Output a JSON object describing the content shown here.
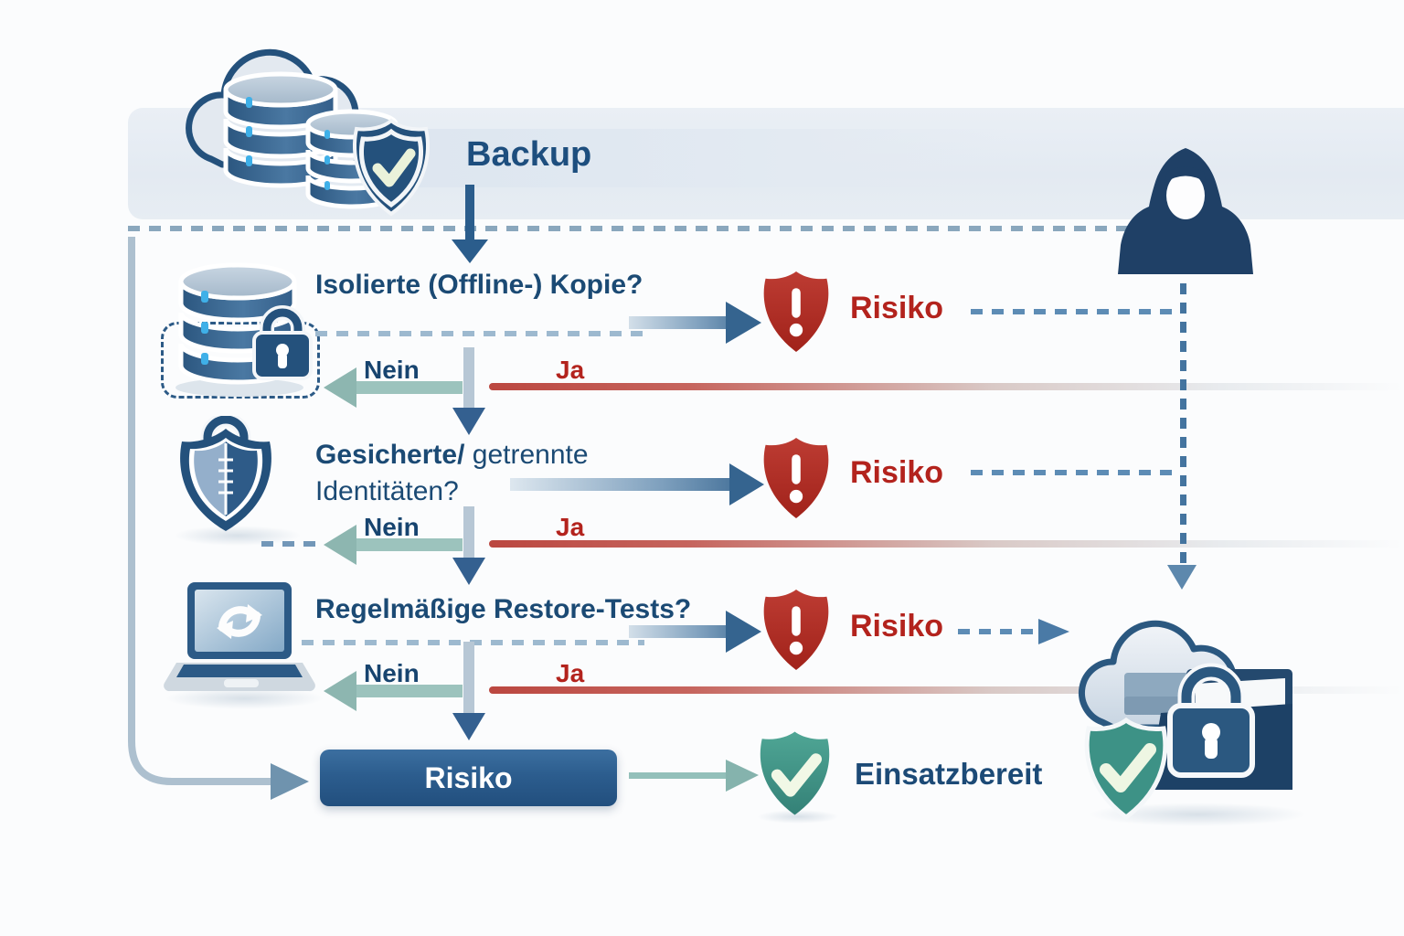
{
  "diagram": {
    "title": "Backup",
    "rows": [
      {
        "question": "Isolierte (Offline-) Kopie?",
        "risk_label": "Risiko",
        "no_label": "Nein",
        "yes_label": "Ja"
      },
      {
        "question_bold": "Gesicherte/",
        "question_rest": " getrennte",
        "question_line2": "Identitäten?",
        "risk_label": "Risiko",
        "no_label": "Nein",
        "yes_label": "Ja"
      },
      {
        "question": "Regelmäßige Restore-Tests?",
        "risk_label": "Risiko",
        "no_label": "Nein",
        "yes_label": "Ja"
      }
    ],
    "outcome": {
      "risk_box_label": "Risiko",
      "ready_label": "Einsatzbereit"
    },
    "icons": {
      "header": "cloud-database-shield-check-icon",
      "row1": "database-lock-icon",
      "row2": "shield-lock-icon",
      "row3": "laptop-sync-icon",
      "risk": "alert-shield-icon",
      "ready": "check-shield-icon",
      "attacker": "hooded-attacker-icon",
      "target": "protected-cloud-folder-lock-icon"
    },
    "colors": {
      "navy_text": "#1b4a74",
      "risk_red": "#b3231d",
      "shield_red": "#ad2b22",
      "teal_arrow": "#9cc3bd",
      "blue_arrow": "#35648f",
      "risk_box": "#2c5d8e",
      "ready_green": "#3d9286",
      "band": "#e5ebf2",
      "dash_blue": "#5d8cb5"
    }
  }
}
